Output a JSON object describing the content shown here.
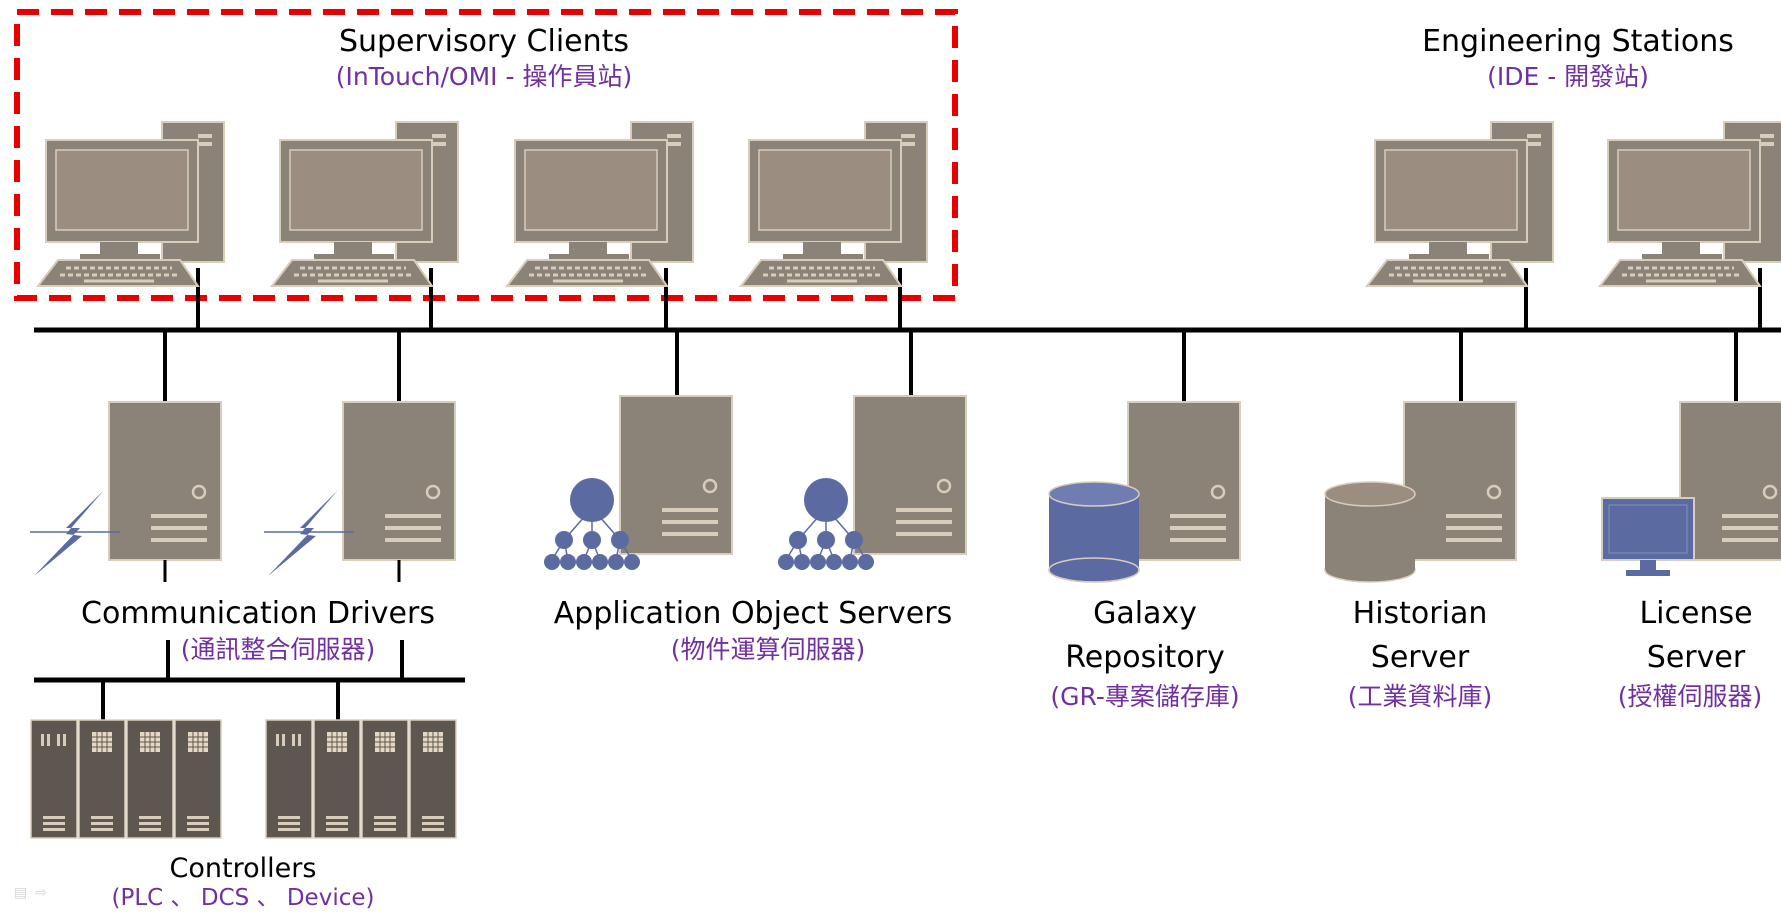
{
  "colors": {
    "subtitle": "#7030a0",
    "device": "#8b8378",
    "device_outline": "#d8cdbb",
    "screen": "#9b8d80",
    "highlight": "#e80000",
    "bus": "#000000",
    "accent_blue": "#5b6aa1"
  },
  "groups": {
    "supervisory_clients": {
      "title": "Supervisory Clients",
      "subtitle": "(InTouch/OMI - 操作員站)",
      "icon": "desktop-computer-icon"
    },
    "engineering_stations": {
      "title": "Engineering Stations",
      "subtitle": "(IDE - 開發站)",
      "icon": "desktop-computer-icon"
    },
    "communication_drivers": {
      "title": "Communication Drivers",
      "subtitle": "(通訊整合伺服器)",
      "icon": "lightning-server-icon"
    },
    "application_object_servers": {
      "title": "Application Object Servers",
      "subtitle": "(物件運算伺服器)",
      "icon": "object-hierarchy-server-icon"
    },
    "galaxy_repository": {
      "title_line1": "Galaxy",
      "title_line2": "Repository",
      "subtitle": "(GR-專案儲存庫)",
      "icon": "database-server-icon"
    },
    "historian_server": {
      "title_line1": "Historian",
      "title_line2": "Server",
      "subtitle": "(工業資料庫)",
      "icon": "database-server-icon"
    },
    "license_server": {
      "title_line1": "License",
      "title_line2": "Server",
      "subtitle": "(授權伺服器)",
      "icon": "monitor-server-icon"
    },
    "controllers": {
      "title": "Controllers",
      "subtitle": "(PLC 、 DCS 、 Device)",
      "icon": "controller-rack-icon"
    }
  },
  "nav": {
    "prev_icon": "▤",
    "next_icon": "⇨"
  }
}
